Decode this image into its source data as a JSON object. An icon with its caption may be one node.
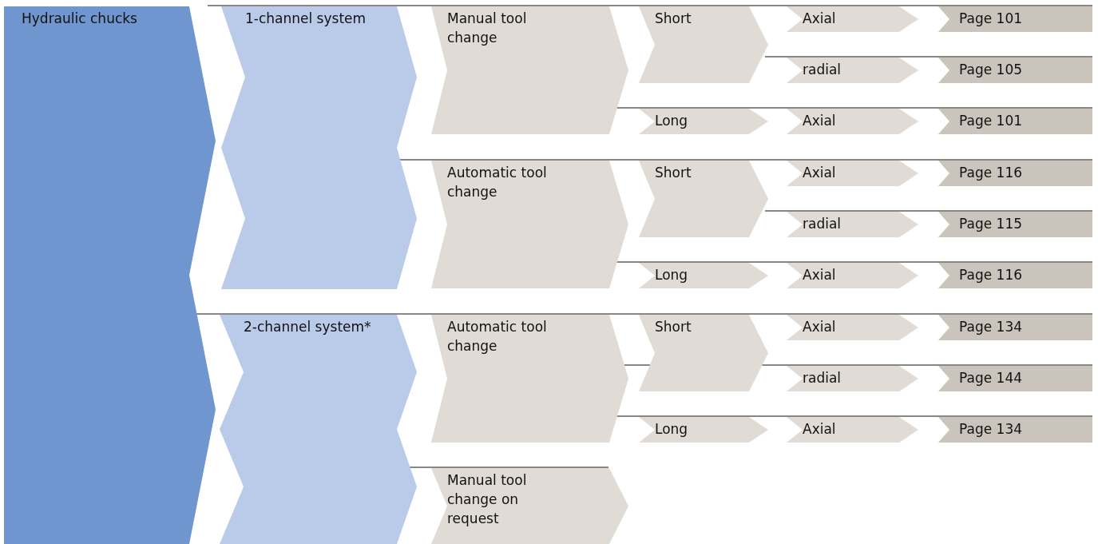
{
  "diagram": {
    "nodes": [
      {
        "text": [
          "Hydraulic chucks"
        ]
      },
      {
        "text": [
          "1-channel system"
        ]
      },
      {
        "text": [
          "Manual tool change"
        ]
      },
      {
        "text": [
          "Short"
        ]
      },
      {
        "text": [
          "Axial"
        ]
      },
      {
        "text": [
          "Page 101"
        ]
      },
      {
        "text": [
          "radial"
        ]
      },
      {
        "text": [
          "Page 105"
        ]
      },
      {
        "text": [
          "Long"
        ]
      },
      {
        "text": [
          "Axial"
        ]
      },
      {
        "text": [
          "Page 101"
        ]
      },
      {
        "text": [
          "Automatic tool change"
        ]
      },
      {
        "text": [
          "Short"
        ]
      },
      {
        "text": [
          "Axial"
        ]
      },
      {
        "text": [
          "Page 116"
        ]
      },
      {
        "text": [
          "radial"
        ]
      },
      {
        "text": [
          "Page 115"
        ]
      },
      {
        "text": [
          "Long"
        ]
      },
      {
        "text": [
          "Axial"
        ]
      },
      {
        "text": [
          "Page 116"
        ]
      },
      {
        "text": [
          "2-channel system*"
        ]
      },
      {
        "text": [
          "Automatic tool change"
        ]
      },
      {
        "text": [
          "Short"
        ]
      },
      {
        "text": [
          "Axial"
        ]
      },
      {
        "text": [
          "Page 134"
        ]
      },
      {
        "text": [
          "radial"
        ]
      },
      {
        "text": [
          "Page 144"
        ]
      },
      {
        "text": [
          "Long"
        ]
      },
      {
        "text": [
          "Axial"
        ]
      },
      {
        "text": [
          "Page 134"
        ]
      },
      {
        "text": [
          "Manual tool change on request"
        ]
      }
    ]
  }
}
